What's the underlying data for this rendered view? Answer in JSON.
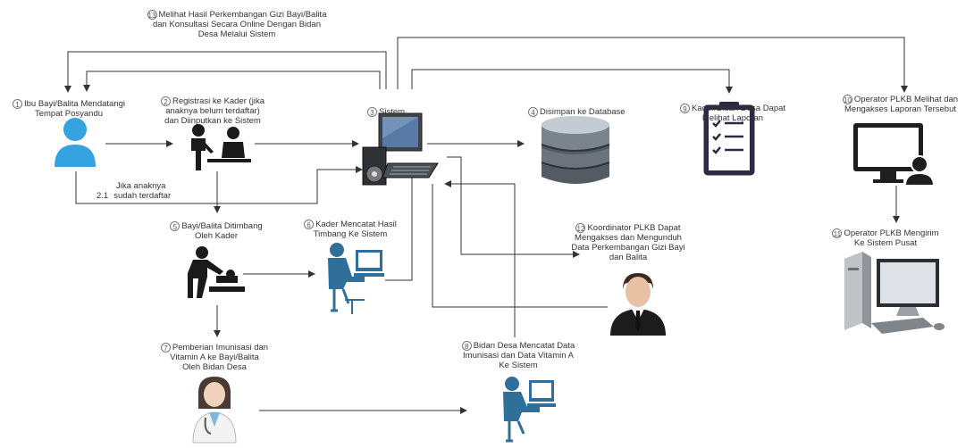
{
  "steps": {
    "s1": {
      "num": "1",
      "lines": [
        "Ibu Bayi/Balita Mendatangi",
        "Tempat Posyandu"
      ]
    },
    "s2": {
      "num": "2",
      "lines": [
        "Registrasi ke Kader (jika",
        "anaknya belum terdaftar)",
        "dan Diinputkan ke Sistem"
      ]
    },
    "s21": {
      "num": "2.1",
      "lines": [
        "Jika anaknya",
        "sudah terdaftar"
      ]
    },
    "s3": {
      "num": "3",
      "lines": [
        "Sistem"
      ]
    },
    "s4": {
      "num": "4",
      "lines": [
        "Disimpan ke Database"
      ]
    },
    "s5": {
      "num": "5",
      "lines": [
        "Bayi/Balita Ditimbang",
        "Oleh Kader"
      ]
    },
    "s6": {
      "num": "6",
      "lines": [
        "Kader Mencatat Hasil",
        "Timbang Ke Sistem"
      ]
    },
    "s7": {
      "num": "7",
      "lines": [
        "Pemberian Imunisasi dan",
        "Vitamin A ke Bayi/Balita",
        "Oleh Bidan Desa"
      ]
    },
    "s8": {
      "num": "8",
      "lines": [
        "Bidan Desa Mencatat Data",
        "Imunisasi dan Data Vitamin A",
        "Ke Sistem"
      ]
    },
    "s9": {
      "num": "9",
      "lines": [
        "Kader/Bidan Desa Dapat",
        "Melihat Laporan"
      ]
    },
    "s10": {
      "num": "10",
      "lines": [
        "Operator PLKB Melihat dan",
        "Mengakses Laporan Tersebut"
      ]
    },
    "s11": {
      "num": "11",
      "lines": [
        "Operator PLKB Mengirim",
        "Ke Sistem Pusat"
      ]
    },
    "s12": {
      "num": "12",
      "lines": [
        "Koordinator PLKB Dapat",
        "Mengakses dan Mengunduh",
        "Data Perkembangan Gizi Bayi",
        "dan Balita"
      ]
    },
    "s13": {
      "num": "13",
      "lines": [
        "Melihat Hasil Perkembangan Gizi Bayi/Balita",
        "dan Konsultasi Secara Online Dengan Bidan",
        "Desa Melalui Sistem"
      ]
    }
  },
  "icons": {
    "mother": "user-icon",
    "registration": "registration-people-icon",
    "system": "computer-system-icon",
    "database": "database-icon",
    "report": "checklist-report-icon",
    "operator_view": "monitor-user-icon",
    "weighing": "baby-weighing-icon",
    "kader_input": "kader-computer-icon",
    "midwife": "doctor-icon",
    "bidan_input": "bidan-computer-icon",
    "coordinator": "businessman-icon",
    "central_system": "desktop-pc-icon"
  },
  "colors": {
    "user_blue": "#35a3e0",
    "worker_blue": "#2f6f9a",
    "line": "#333333",
    "dark": "#222222"
  }
}
